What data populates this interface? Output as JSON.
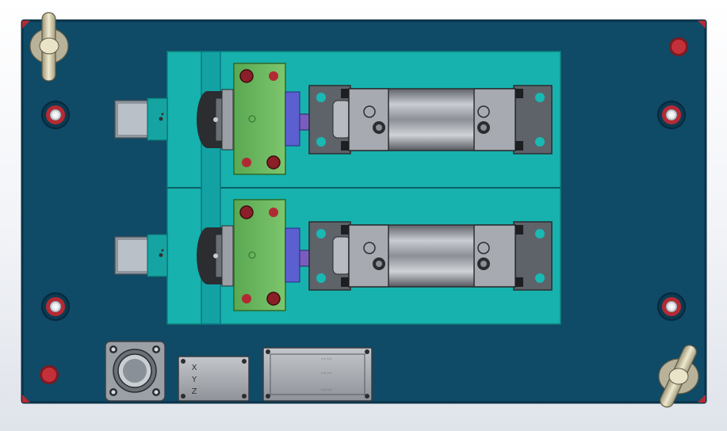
{
  "viewport": {
    "background_top": "#ffffff",
    "background_bottom": "#dfe3ea"
  },
  "colors": {
    "base_plate": "#0f4a66",
    "base_plate_edge": "#0a3349",
    "mounting_plate": "#17b2ad",
    "mounting_plate_edge": "#0e7f7b",
    "block": "#69b85d",
    "block_edge": "#2f6a2a",
    "cylinder_body": "#8c8f96",
    "cylinder_dark": "#3a3c40",
    "red_pin": "#b52a33",
    "bushing": "#c9d3db",
    "bracket": "#5a5f66",
    "nameplate": "#a9adb3",
    "clamp_handle": "#d8d2b8"
  },
  "labels": {
    "axis_plate": {
      "x": "X",
      "y": "Y",
      "z": "Z"
    },
    "nameplate": {
      "line1": "◦◦◦◦",
      "line2": "◦◦◦◦",
      "line3": "◦◦◦◦"
    }
  },
  "components": [
    "base-plate",
    "mounting-plate",
    "cylinder-assembly-top",
    "cylinder-assembly-bottom",
    "axis-nameplate",
    "info-nameplate",
    "square-flange",
    "toggle-clamp-top-left",
    "toggle-clamp-bottom-right"
  ]
}
